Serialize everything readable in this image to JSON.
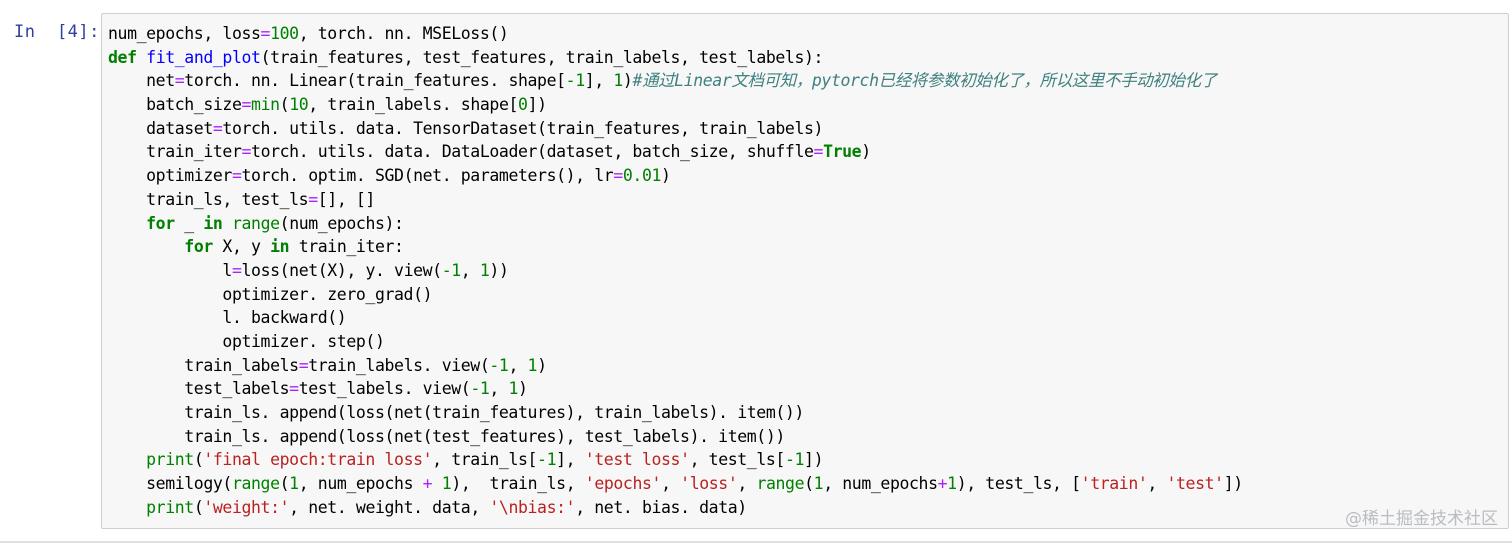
{
  "cell": {
    "prompt": "In  [4]:",
    "lines": [
      [
        {
          "t": "num_epochs, loss",
          "c": "x"
        },
        {
          "t": "=",
          "c": "o"
        },
        {
          "t": "100",
          "c": "n"
        },
        {
          "t": ", torch. nn. MSELoss()",
          "c": "x"
        }
      ],
      [
        {
          "t": "def",
          "c": "k"
        },
        {
          "t": " ",
          "c": "x"
        },
        {
          "t": "fit_and_plot",
          "c": "def"
        },
        {
          "t": "(train_features, test_features, train_labels, test_labels):",
          "c": "x"
        }
      ],
      [
        {
          "t": "    net",
          "c": "x"
        },
        {
          "t": "=",
          "c": "o"
        },
        {
          "t": "torch. nn. Linear(train_features. shape[",
          "c": "x"
        },
        {
          "t": "-1",
          "c": "n"
        },
        {
          "t": "], ",
          "c": "x"
        },
        {
          "t": "1",
          "c": "n"
        },
        {
          "t": ")",
          "c": "x"
        },
        {
          "t": "#通过Linear文档可知，pytorch已经将参数初始化了，所以这里不手动初始化了",
          "c": "c"
        }
      ],
      [
        {
          "t": "    batch_size",
          "c": "x"
        },
        {
          "t": "=",
          "c": "o"
        },
        {
          "t": "min",
          "c": "b"
        },
        {
          "t": "(",
          "c": "x"
        },
        {
          "t": "10",
          "c": "n"
        },
        {
          "t": ", train_labels. shape[",
          "c": "x"
        },
        {
          "t": "0",
          "c": "n"
        },
        {
          "t": "])",
          "c": "x"
        }
      ],
      [
        {
          "t": "    dataset",
          "c": "x"
        },
        {
          "t": "=",
          "c": "o"
        },
        {
          "t": "torch. utils. data. TensorDataset(train_features, train_labels)",
          "c": "x"
        }
      ],
      [
        {
          "t": "    train_iter",
          "c": "x"
        },
        {
          "t": "=",
          "c": "o"
        },
        {
          "t": "torch. utils. data. DataLoader(dataset, batch_size, shuffle",
          "c": "x"
        },
        {
          "t": "=",
          "c": "o"
        },
        {
          "t": "True",
          "c": "k"
        },
        {
          "t": ")",
          "c": "x"
        }
      ],
      [
        {
          "t": "    optimizer",
          "c": "x"
        },
        {
          "t": "=",
          "c": "o"
        },
        {
          "t": "torch. optim. SGD(net. parameters(), lr",
          "c": "x"
        },
        {
          "t": "=",
          "c": "o"
        },
        {
          "t": "0.01",
          "c": "n"
        },
        {
          "t": ")",
          "c": "x"
        }
      ],
      [
        {
          "t": "    train_ls, test_ls",
          "c": "x"
        },
        {
          "t": "=",
          "c": "o"
        },
        {
          "t": "[], []",
          "c": "x"
        }
      ],
      [
        {
          "t": "    ",
          "c": "x"
        },
        {
          "t": "for",
          "c": "k"
        },
        {
          "t": " _ ",
          "c": "x"
        },
        {
          "t": "in",
          "c": "k"
        },
        {
          "t": " ",
          "c": "x"
        },
        {
          "t": "range",
          "c": "b"
        },
        {
          "t": "(num_epochs):",
          "c": "x"
        }
      ],
      [
        {
          "t": "        ",
          "c": "x"
        },
        {
          "t": "for",
          "c": "k"
        },
        {
          "t": " X, y ",
          "c": "x"
        },
        {
          "t": "in",
          "c": "k"
        },
        {
          "t": " train_iter:",
          "c": "x"
        }
      ],
      [
        {
          "t": "            l",
          "c": "x"
        },
        {
          "t": "=",
          "c": "o"
        },
        {
          "t": "loss(net(X), y. view(",
          "c": "x"
        },
        {
          "t": "-1",
          "c": "n"
        },
        {
          "t": ", ",
          "c": "x"
        },
        {
          "t": "1",
          "c": "n"
        },
        {
          "t": "))",
          "c": "x"
        }
      ],
      [
        {
          "t": "            optimizer. zero_grad()",
          "c": "x"
        }
      ],
      [
        {
          "t": "            l. backward()",
          "c": "x"
        }
      ],
      [
        {
          "t": "            optimizer. step()",
          "c": "x"
        }
      ],
      [
        {
          "t": "        train_labels",
          "c": "x"
        },
        {
          "t": "=",
          "c": "o"
        },
        {
          "t": "train_labels. view(",
          "c": "x"
        },
        {
          "t": "-1",
          "c": "n"
        },
        {
          "t": ", ",
          "c": "x"
        },
        {
          "t": "1",
          "c": "n"
        },
        {
          "t": ")",
          "c": "x"
        }
      ],
      [
        {
          "t": "        test_labels",
          "c": "x"
        },
        {
          "t": "=",
          "c": "o"
        },
        {
          "t": "test_labels. view(",
          "c": "x"
        },
        {
          "t": "-1",
          "c": "n"
        },
        {
          "t": ", ",
          "c": "x"
        },
        {
          "t": "1",
          "c": "n"
        },
        {
          "t": ")",
          "c": "x"
        }
      ],
      [
        {
          "t": "        train_ls. append(loss(net(train_features), train_labels). item())",
          "c": "x"
        }
      ],
      [
        {
          "t": "        train_ls. append(loss(net(test_features), test_labels). item())",
          "c": "x"
        }
      ],
      [
        {
          "t": "    ",
          "c": "x"
        },
        {
          "t": "print",
          "c": "b"
        },
        {
          "t": "(",
          "c": "x"
        },
        {
          "t": "'final epoch:train loss'",
          "c": "s"
        },
        {
          "t": ", train_ls[",
          "c": "x"
        },
        {
          "t": "-1",
          "c": "n"
        },
        {
          "t": "], ",
          "c": "x"
        },
        {
          "t": "'test loss'",
          "c": "s"
        },
        {
          "t": ", test_ls[",
          "c": "x"
        },
        {
          "t": "-1",
          "c": "n"
        },
        {
          "t": "])",
          "c": "x"
        }
      ],
      [
        {
          "t": "    semilogy(",
          "c": "x"
        },
        {
          "t": "range",
          "c": "b"
        },
        {
          "t": "(",
          "c": "x"
        },
        {
          "t": "1",
          "c": "n"
        },
        {
          "t": ", num_epochs ",
          "c": "x"
        },
        {
          "t": "+",
          "c": "o"
        },
        {
          "t": " ",
          "c": "x"
        },
        {
          "t": "1",
          "c": "n"
        },
        {
          "t": "),  train_ls, ",
          "c": "x"
        },
        {
          "t": "'epochs'",
          "c": "s"
        },
        {
          "t": ", ",
          "c": "x"
        },
        {
          "t": "'loss'",
          "c": "s"
        },
        {
          "t": ", ",
          "c": "x"
        },
        {
          "t": "range",
          "c": "b"
        },
        {
          "t": "(",
          "c": "x"
        },
        {
          "t": "1",
          "c": "n"
        },
        {
          "t": ", num_epochs",
          "c": "x"
        },
        {
          "t": "+",
          "c": "o"
        },
        {
          "t": "1",
          "c": "n"
        },
        {
          "t": "), test_ls, [",
          "c": "x"
        },
        {
          "t": "'train'",
          "c": "s"
        },
        {
          "t": ", ",
          "c": "x"
        },
        {
          "t": "'test'",
          "c": "s"
        },
        {
          "t": "])",
          "c": "x"
        }
      ],
      [
        {
          "t": "    ",
          "c": "x"
        },
        {
          "t": "print",
          "c": "b"
        },
        {
          "t": "(",
          "c": "x"
        },
        {
          "t": "'weight:'",
          "c": "s"
        },
        {
          "t": ", net. weight. data, ",
          "c": "x"
        },
        {
          "t": "'\\nbias:'",
          "c": "s"
        },
        {
          "t": ", net. bias. data)",
          "c": "x"
        }
      ]
    ]
  },
  "watermark": "@稀土掘金技术社区",
  "colors": {
    "prompt": "#303f9f",
    "keyword": "#008000",
    "function_name": "#0000ff",
    "number": "#008000",
    "operator": "#aa22ff",
    "string": "#ba2121",
    "comment": "#408080",
    "cell_background": "#f7f7f7",
    "cell_border": "#cfcfcf"
  }
}
